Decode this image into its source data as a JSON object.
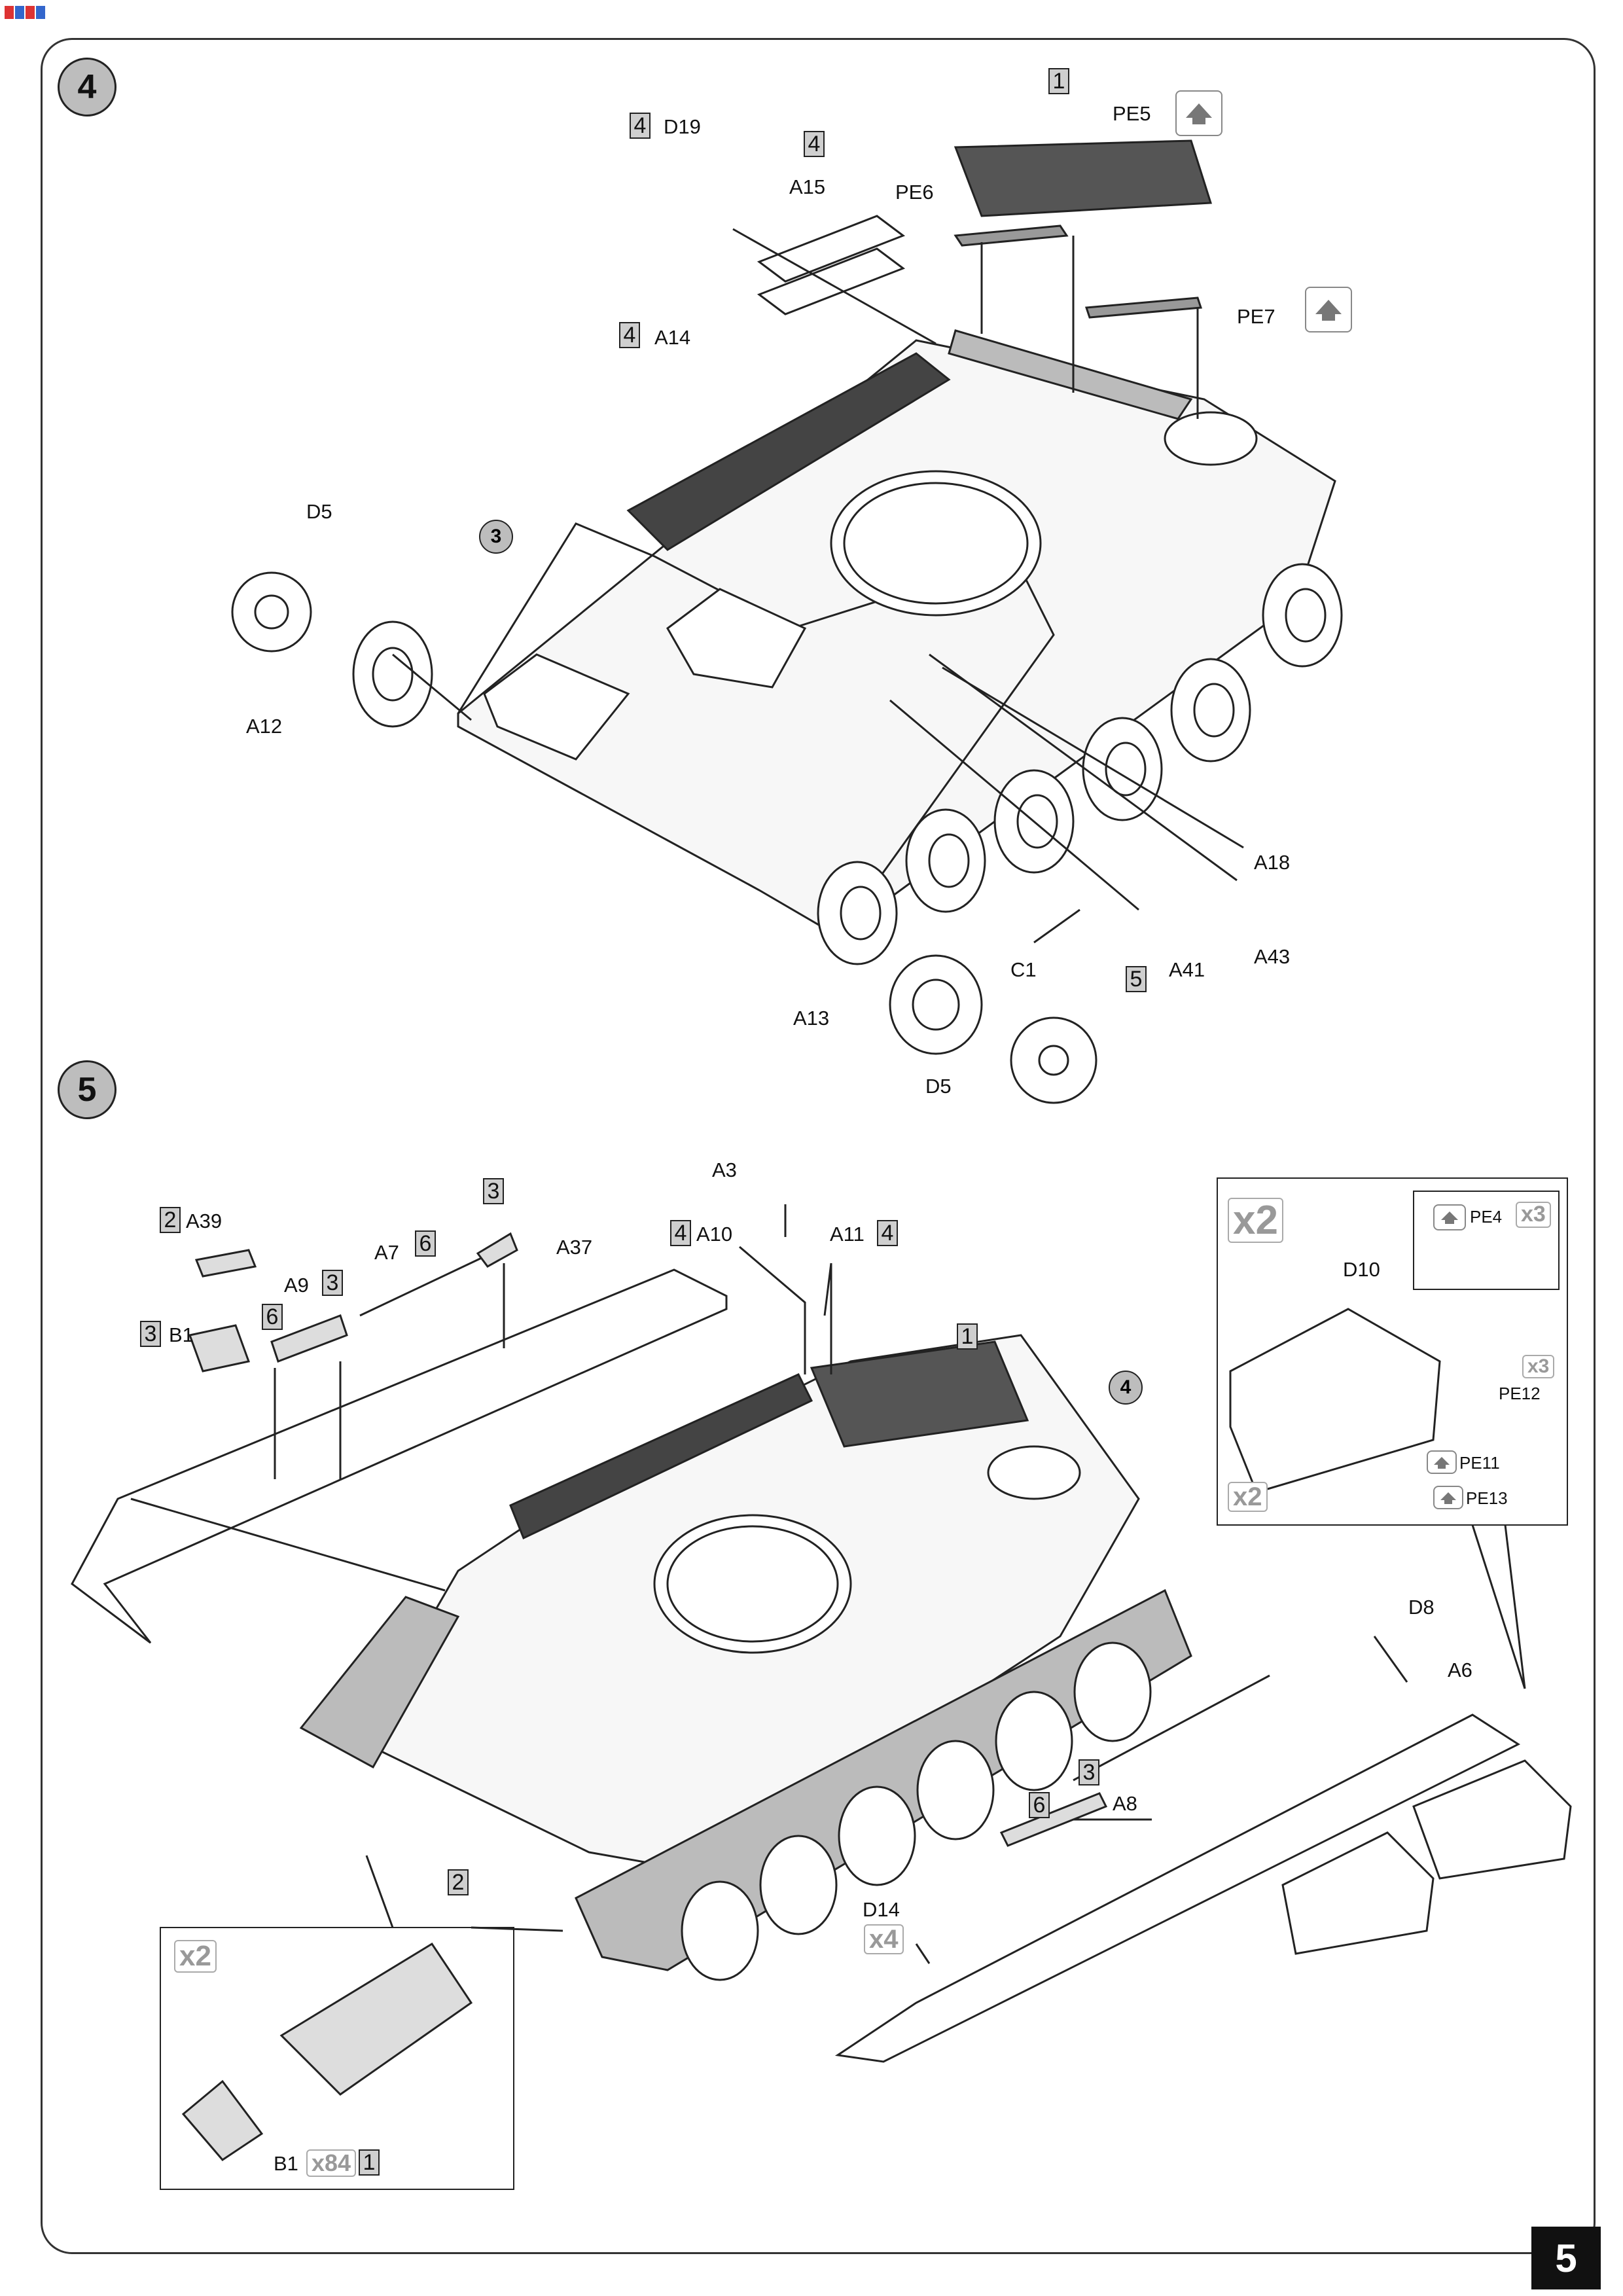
{
  "page": {
    "number": "5"
  },
  "steps": [
    {
      "number": "4",
      "labels": [
        "PE5",
        "PE6",
        "PE7",
        "D19",
        "A15",
        "A14",
        "D5",
        "A12",
        "A18",
        "A43",
        "C1",
        "A41",
        "A13",
        "D5"
      ],
      "part_refs": [
        "1",
        "4",
        "4",
        "4",
        "5"
      ],
      "sub_ref": "3"
    },
    {
      "number": "5",
      "labels": [
        "A3",
        "A10",
        "A11",
        "A39",
        "A37",
        "A9",
        "A7",
        "B1",
        "D8",
        "A6",
        "A8",
        "D14",
        "D10",
        "PE4",
        "PE12",
        "PE11",
        "PE13",
        "B1"
      ],
      "part_refs": [
        "3",
        "2",
        "4",
        "4",
        "3",
        "6",
        "3",
        "6",
        "1",
        "2",
        "3",
        "6",
        "1"
      ],
      "sub_ref": "4",
      "inset_right": {
        "multiplier": "x2",
        "sub_multiplier": "x2",
        "pe_qty": "x3",
        "pe_qty2": "x3"
      },
      "inset_left": {
        "multiplier": "x2",
        "qty": "x84"
      },
      "d14_qty": "x4"
    }
  ]
}
